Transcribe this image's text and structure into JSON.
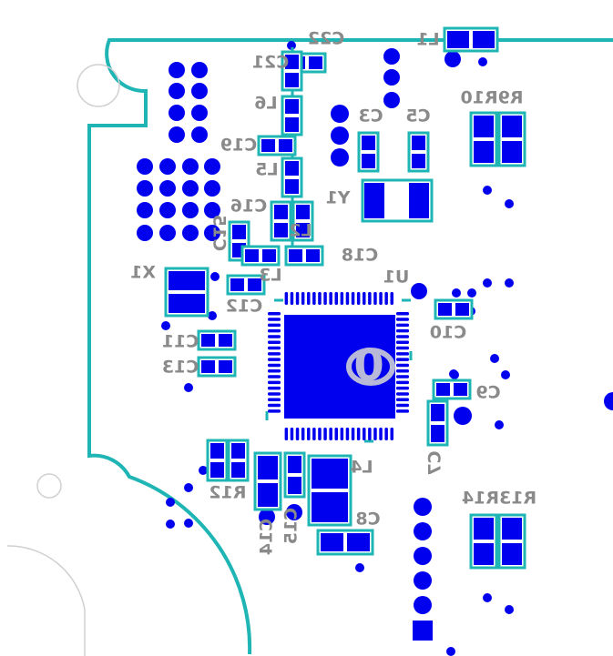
{
  "board": {
    "view": "bottom-layer-mirrored",
    "colors": {
      "outline": "#1fb5b5",
      "copper": "#0000ee",
      "silk": "#8a8a8a",
      "hole": "#bdbdbd",
      "background": "#ffffff"
    }
  },
  "components": [
    {
      "ref": "C22",
      "pins": [
        "2",
        "1"
      ]
    },
    {
      "ref": "L1",
      "pins": [
        "2",
        "1"
      ]
    },
    {
      "ref": "C21",
      "pins": [
        "1",
        "2"
      ]
    },
    {
      "ref": "L6",
      "pins": [
        "1",
        "2"
      ]
    },
    {
      "ref": "C19",
      "pins": [
        "2",
        "1"
      ]
    },
    {
      "ref": "L5",
      "pins": [
        "1",
        "2"
      ]
    },
    {
      "ref": "C16",
      "pins": [
        "2",
        "1"
      ]
    },
    {
      "ref": "L2",
      "pins": [
        "2",
        "1"
      ]
    },
    {
      "ref": "C15",
      "pins": [
        "2",
        "1"
      ]
    },
    {
      "ref": "C18",
      "pins": [
        "2",
        "1"
      ]
    },
    {
      "ref": "L3",
      "pins": [
        "1",
        "2"
      ]
    },
    {
      "ref": "C12",
      "pins": [
        "2",
        "1"
      ]
    },
    {
      "ref": "C3",
      "pins": [
        "1",
        "2"
      ]
    },
    {
      "ref": "C5",
      "pins": [
        "1",
        "2"
      ]
    },
    {
      "ref": "R9",
      "pins": [
        "2",
        "1"
      ]
    },
    {
      "ref": "R10",
      "pins": [
        "2",
        "1"
      ]
    },
    {
      "ref": "Y1",
      "pins": [
        "1",
        "2"
      ]
    },
    {
      "ref": "X1",
      "pins": [
        "1",
        "2"
      ]
    },
    {
      "ref": "U1",
      "pins": [
        "0"
      ]
    },
    {
      "ref": "C10",
      "pins": [
        "2",
        "1"
      ]
    },
    {
      "ref": "C11",
      "pins": [
        "2",
        "1"
      ]
    },
    {
      "ref": "C13",
      "pins": [
        "2",
        "1"
      ]
    },
    {
      "ref": "C9",
      "pins": [
        "2",
        "1"
      ]
    },
    {
      "ref": "C7",
      "pins": [
        "2",
        "1"
      ]
    },
    {
      "ref": "R12",
      "pins": [
        "1",
        "2"
      ]
    },
    {
      "ref": "R11",
      "pins": [
        "2",
        "1"
      ]
    },
    {
      "ref": "L4",
      "pins": [
        "2",
        "1"
      ]
    },
    {
      "ref": "C14",
      "pins": [
        "1",
        "2"
      ]
    },
    {
      "ref": "C15b",
      "pins": [
        "1",
        "2"
      ]
    },
    {
      "ref": "C8",
      "pins": [
        "1",
        "2"
      ]
    },
    {
      "ref": "R13",
      "pins": [
        "2",
        "1"
      ]
    },
    {
      "ref": "R14",
      "pins": [
        "2",
        "1"
      ]
    },
    {
      "ref": "J1",
      "pins": [
        "6",
        "5",
        "4",
        "3",
        "2",
        "1"
      ]
    }
  ],
  "labels": {
    "C22": "C22",
    "L1": "L1",
    "C21": "C21",
    "L6": "L6",
    "C19": "C19",
    "L5": "L5",
    "C16": "C16",
    "L2": "L2",
    "C15": "C15",
    "C18": "C18",
    "L3": "L3",
    "C12": "C12",
    "C3": "C3",
    "C5": "C5",
    "R9R10": "R9R10",
    "Y1": "Y1",
    "X1": "X1",
    "U1": "U1",
    "C10": "C10",
    "C11": "C11",
    "C13": "C13",
    "C9": "C9",
    "C7": "C7",
    "R12": "R12",
    "L4": "L4",
    "C14": "C14",
    "C15b": "C15",
    "C8": "C8",
    "R13R14": "R13R14",
    "U1pin": "0"
  }
}
